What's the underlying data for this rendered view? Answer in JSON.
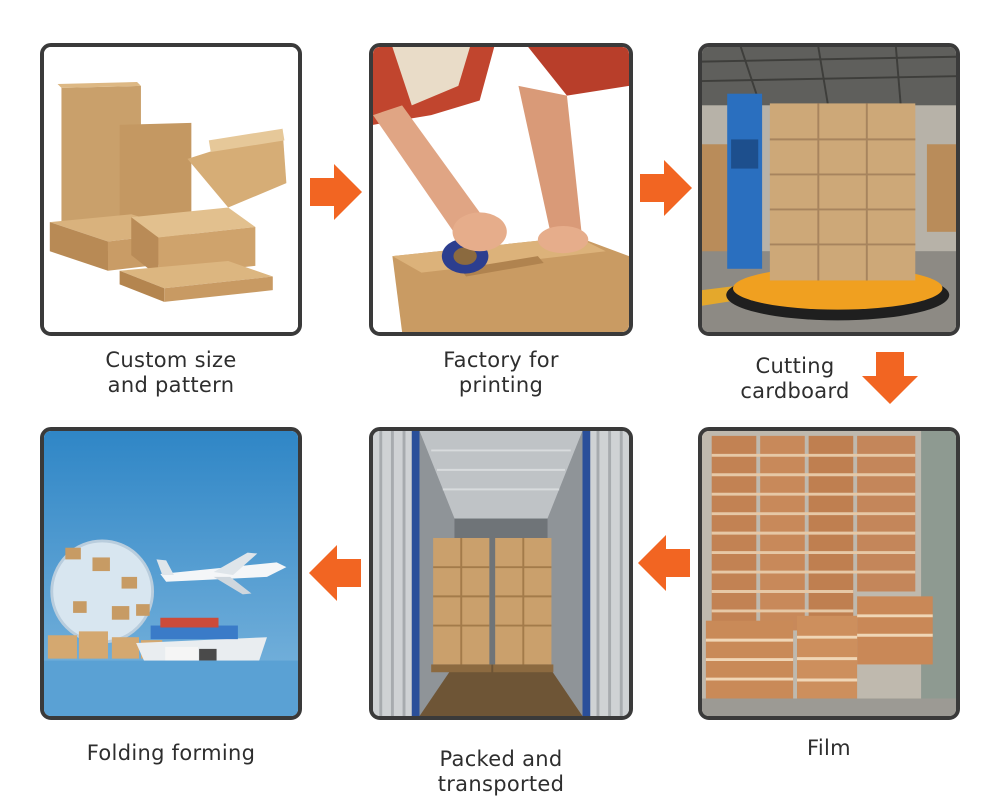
{
  "colors": {
    "arrow": "#f26522",
    "frame": "#3a3a3a",
    "caption": "#2e2e2e"
  },
  "steps": [
    {
      "caption": "Custom size\nand pattern",
      "image": "kraft-boxes-photo"
    },
    {
      "caption": "Factory for\nprinting",
      "image": "taping-box-photo"
    },
    {
      "caption": "Cutting\ncardboard",
      "image": "pallet-wrapping-photo"
    },
    {
      "caption": "Film",
      "image": "stacked-flat-cartons-photo"
    },
    {
      "caption": "Packed and\ntransported",
      "image": "container-pallets-photo"
    },
    {
      "caption": "Folding forming",
      "image": "global-shipping-photo"
    }
  ],
  "arrows": [
    "right",
    "right",
    "down",
    "left",
    "left"
  ]
}
